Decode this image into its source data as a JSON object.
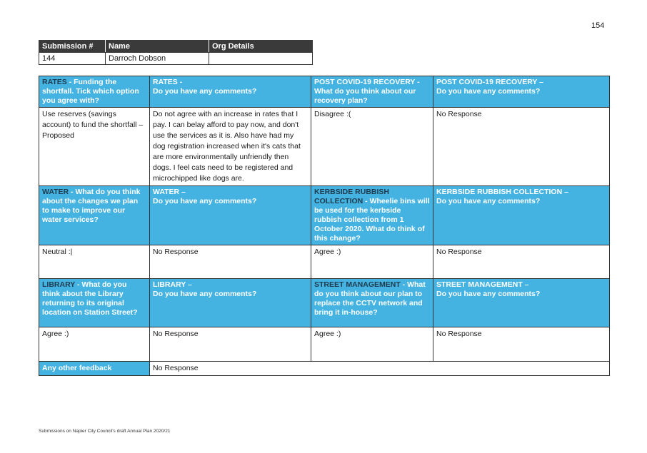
{
  "page_number": "154",
  "submission": {
    "headers": [
      "Submission #",
      "Name",
      "Org Details"
    ],
    "values": [
      "144",
      "Darroch Dobson",
      ""
    ]
  },
  "sections": [
    {
      "q1_title": "RATES",
      "q1_text": " - Funding the shortfall. Tick which option you agree with?",
      "q2_title": "RATES -",
      "q2_text": "Do you have any comments?",
      "q3_title": "POST COVID-19 RECOVERY",
      "q3_text": " - What do you think about our recovery plan?",
      "q4_title": "POST COVID-19 RECOVERY –",
      "q4_text": "Do you have any comments?",
      "answers": [
        "Use reserves (savings account) to fund the shortfall – Proposed",
        "Do not agree with an increase in rates that I pay. I can belay afford to pay now, and don't use the services as it is. Also have had my dog registration increased when it's cats that are more environmentally unfriendly then dogs. I feel cats need to be registered and microchipped like dogs are.",
        "Disagree :(",
        "No Response"
      ]
    },
    {
      "q1_title": "WATER",
      "q1_text": " - What do you think about the changes we plan to make to improve our water services?",
      "q2_title": "WATER –",
      "q2_text": "Do you have any comments?",
      "q3_title": "KERBSIDE RUBBISH COLLECTION",
      "q3_text": " - Wheelie bins will be used for the kerbside rubbish collection from 1 October 2020. What do think of this change?",
      "q4_title": "KERBSIDE RUBBISH COLLECTION –",
      "q4_text": "Do you have any comments?",
      "answers": [
        "Neutral :|",
        "No Response",
        "Agree :)",
        "No Response"
      ]
    },
    {
      "q1_title": "LIBRARY",
      "q1_text": " - What do you think about the Library returning to its original location on Station Street?",
      "q2_title": "LIBRARY –",
      "q2_text": "Do you have any comments?",
      "q3_title": "STREET MANAGEMENT",
      "q3_text": " - What do you think about our plan to replace the CCTV network and bring it in-house?",
      "q4_title": "STREET MANAGEMENT –",
      "q4_text": "Do you have any comments?",
      "answers": [
        "Agree :)",
        "No Response",
        "Agree :)",
        "No Response"
      ]
    }
  ],
  "other_feedback": {
    "label": "Any other feedback",
    "value": "No Response"
  },
  "footer": "Submissions on Napier City Council's draft Annual Plan 2020/21"
}
